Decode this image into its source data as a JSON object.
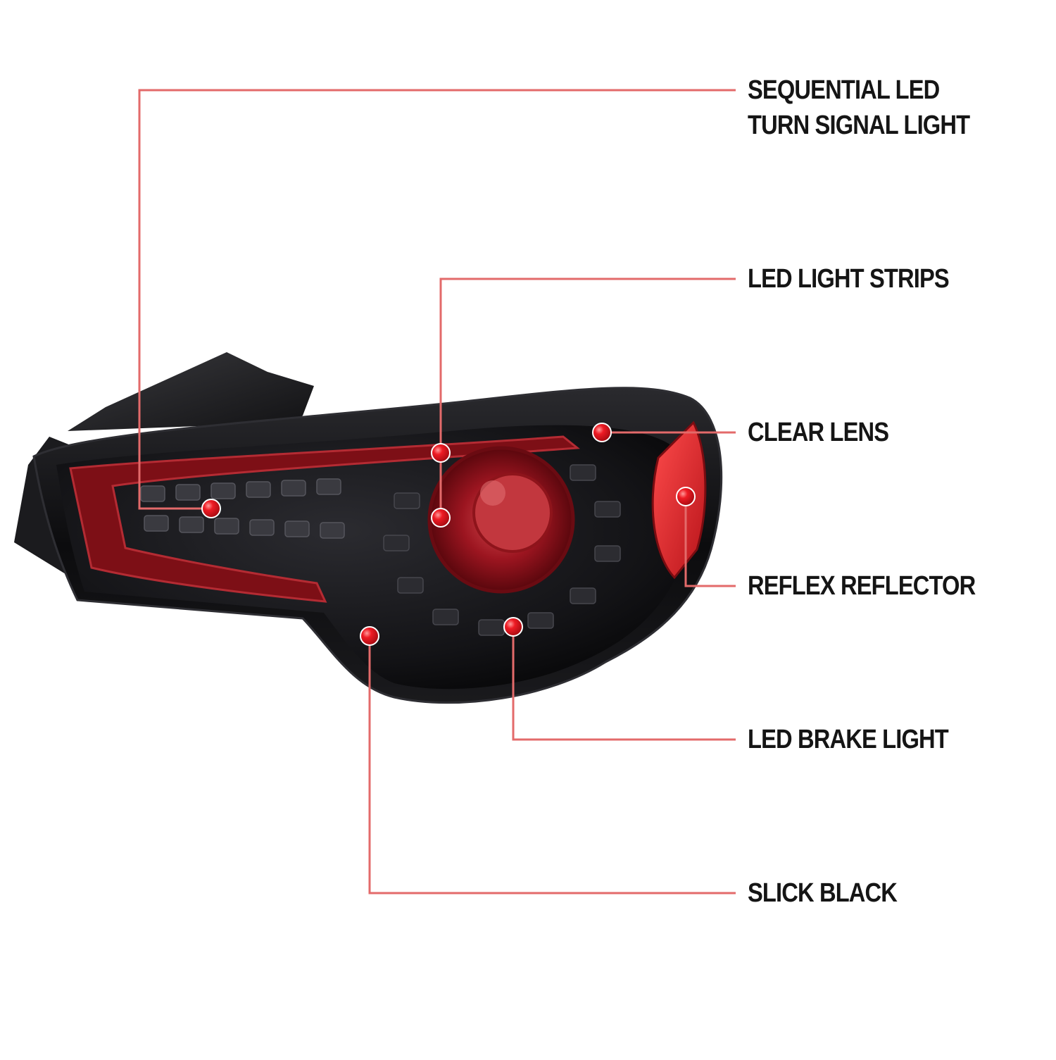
{
  "colors": {
    "leader_line": "#e36a6a",
    "callout_dot": "#e0101a",
    "label_text": "#151515",
    "housing": "#0d0d0f",
    "lens_red": "#a0121c"
  },
  "callouts": [
    {
      "id": "sequential-led",
      "lines": [
        "SEQUENTIAL LED",
        "TURN SIGNAL LIGHT"
      ]
    },
    {
      "id": "led-light-strips",
      "lines": [
        "LED LIGHT STRIPS"
      ]
    },
    {
      "id": "clear-lens",
      "lines": [
        "CLEAR LENS"
      ]
    },
    {
      "id": "reflex-reflector",
      "lines": [
        "REFLEX REFLECTOR"
      ]
    },
    {
      "id": "led-brake-light",
      "lines": [
        "LED BRAKE LIGHT"
      ]
    },
    {
      "id": "slick-black",
      "lines": [
        "SLICK BLACK"
      ]
    }
  ]
}
